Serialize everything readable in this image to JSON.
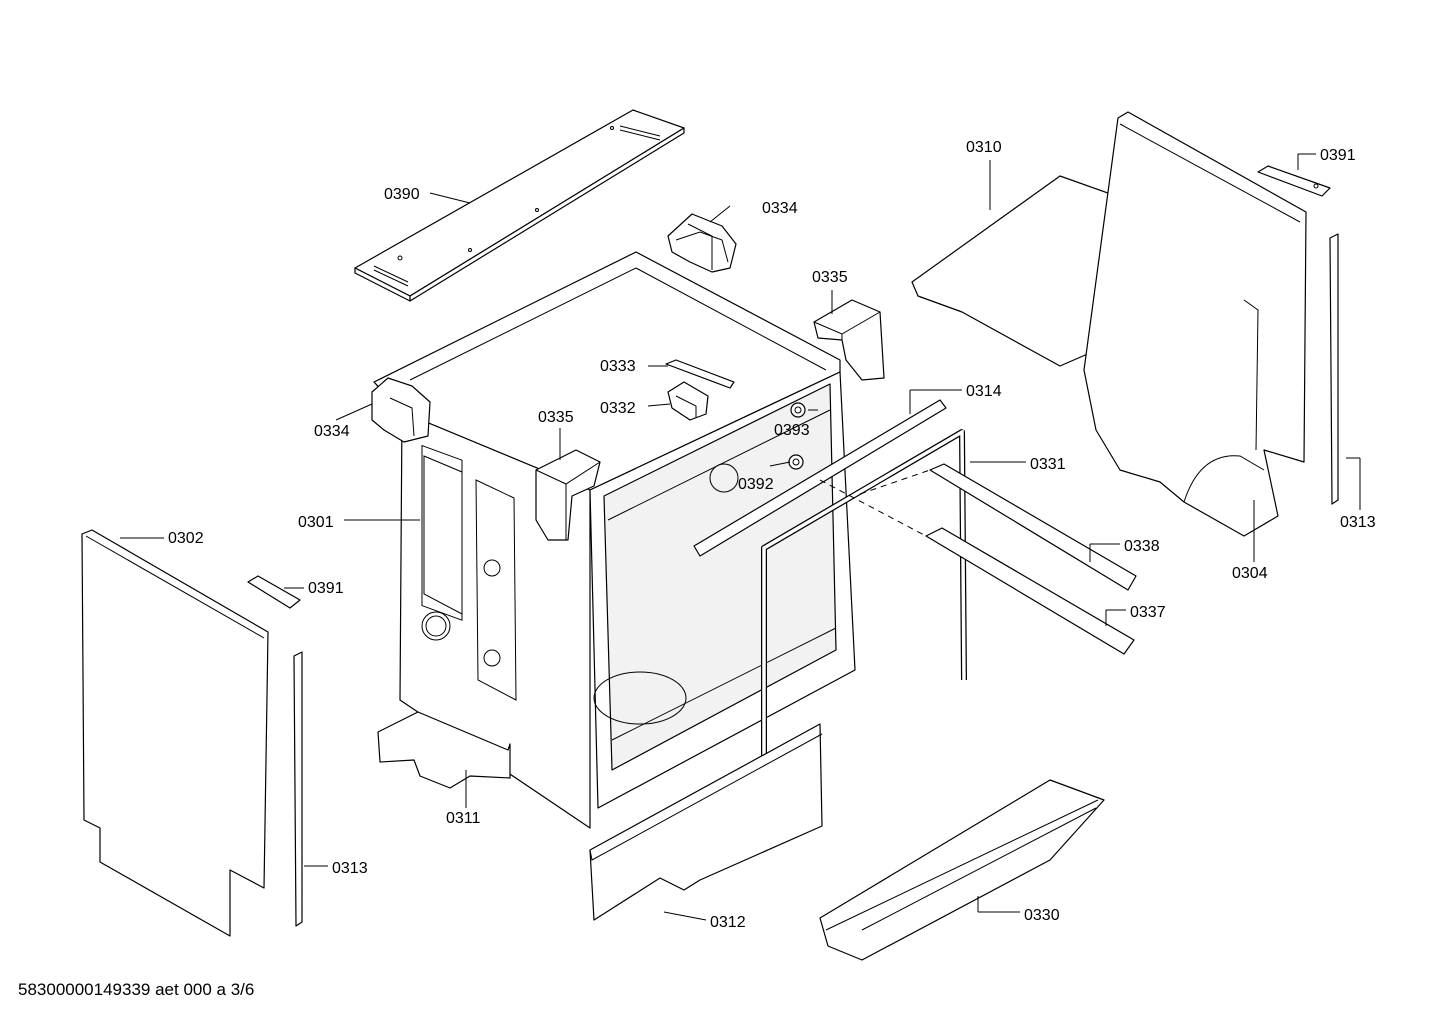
{
  "drawing": {
    "document_code": "58300000149339 aet 000 a 3/6"
  },
  "callouts": [
    {
      "id": "c0390",
      "label": "0390"
    },
    {
      "id": "c0334a",
      "label": "0334"
    },
    {
      "id": "c0335a",
      "label": "0335"
    },
    {
      "id": "c0333",
      "label": "0333"
    },
    {
      "id": "c0332",
      "label": "0332"
    },
    {
      "id": "c0334b",
      "label": "0334"
    },
    {
      "id": "c0335b",
      "label": "0335"
    },
    {
      "id": "c0301",
      "label": "0301"
    },
    {
      "id": "c0302",
      "label": "0302"
    },
    {
      "id": "c0391a",
      "label": "0391"
    },
    {
      "id": "c0313a",
      "label": "0313"
    },
    {
      "id": "c0311",
      "label": "0311"
    },
    {
      "id": "c0312",
      "label": "0312"
    },
    {
      "id": "c0330",
      "label": "0330"
    },
    {
      "id": "c0310",
      "label": "0310"
    },
    {
      "id": "c0391b",
      "label": "0391"
    },
    {
      "id": "c0313b",
      "label": "0313"
    },
    {
      "id": "c0304",
      "label": "0304"
    },
    {
      "id": "c0314",
      "label": "0314"
    },
    {
      "id": "c0393",
      "label": "0393"
    },
    {
      "id": "c0392",
      "label": "0392"
    },
    {
      "id": "c0331",
      "label": "0331"
    },
    {
      "id": "c0338",
      "label": "0338"
    },
    {
      "id": "c0337",
      "label": "0337"
    }
  ]
}
